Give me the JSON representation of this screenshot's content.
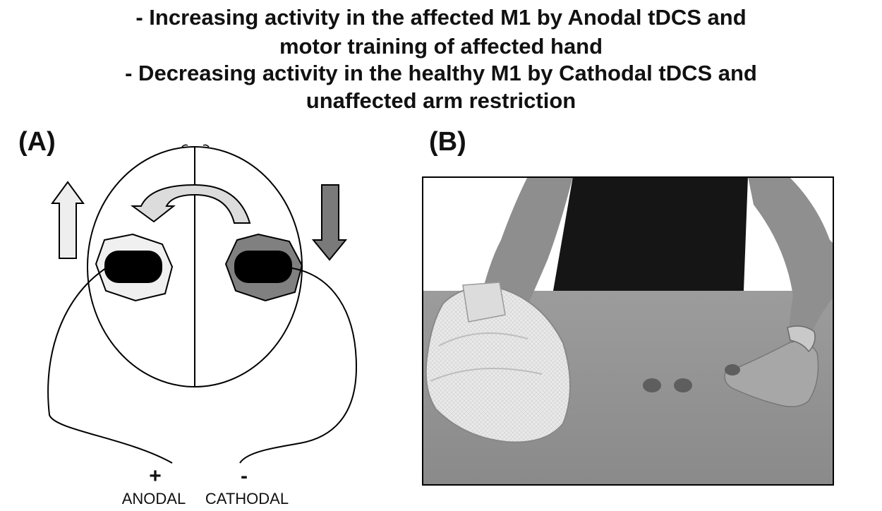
{
  "caption": {
    "line1": "- Increasing activity in the affected M1 by Anodal tDCS and",
    "line2": "motor training of affected hand",
    "line3": "- Decreasing activity in the healthy M1 by Cathodal tDCS and",
    "line4": "unaffected arm restriction"
  },
  "panel_a": {
    "label": "(A)",
    "anode_sign": "+",
    "anode_label": "ANODAL",
    "cathode_sign": "-",
    "cathode_label": "CATHODAL",
    "colors": {
      "anode_pad": "#f0f0f0",
      "cathode_pad": "#808080",
      "electrode": "#000000",
      "up_arrow": "#eeeeee",
      "down_arrow": "#7a7a7a",
      "curved_arrow": "#dcdcdc"
    }
  },
  "panel_b": {
    "label": "(B)"
  }
}
